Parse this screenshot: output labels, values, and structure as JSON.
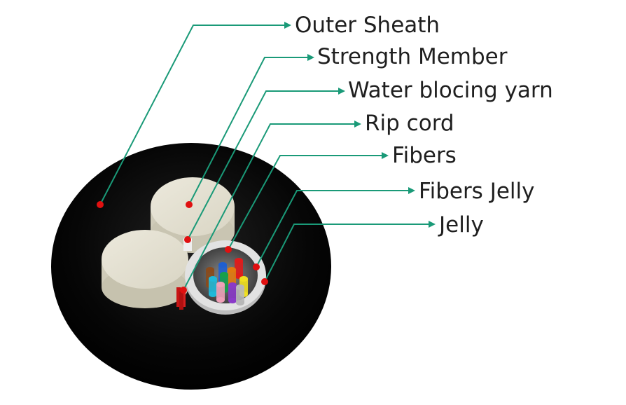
{
  "labels": [
    "Outer Sheath",
    "Strength Member",
    "Water blocing yarn",
    "Rip cord",
    "Fibers",
    "Fibers Jelly",
    "Jelly"
  ],
  "colors": {
    "leader_line": "#1a9a78",
    "marker_dot": "#e01010",
    "sheath": "#050505",
    "strength_member": "#e6e2d3",
    "tube_wall": "#dcdcdc",
    "rip_cord": "#d01818",
    "label_text": "#1f1f1f"
  },
  "fiber_colors": [
    "#e01b1b",
    "#1f5fd0",
    "#8a4b1c",
    "#e07a10",
    "#18a04a",
    "#20b8d8",
    "#f0e020",
    "#f0a0b8",
    "#8a3ac8",
    "#b8b8b8"
  ]
}
